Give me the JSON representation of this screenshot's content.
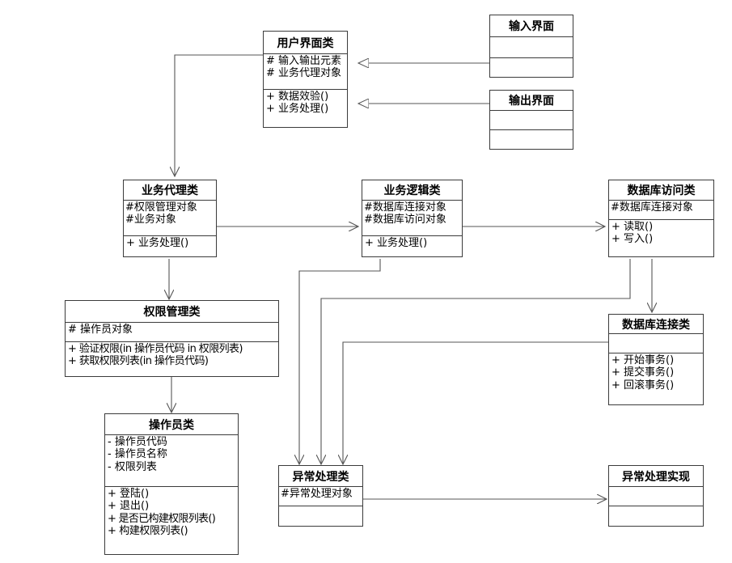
{
  "diagram": {
    "kind": "uml-class-diagram",
    "title_text": "",
    "stroke_color": "#3b3b3b",
    "wire_color": "#555555",
    "background": "#ffffff"
  },
  "classes": {
    "user_interface": {
      "name": "用户界面类",
      "attributes": [
        "# 输入输出元素",
        "# 业务代理对象"
      ],
      "operations": [
        "+ 数据效验()",
        "+ 业务处理()"
      ]
    },
    "input_interface": {
      "name": "输入界面",
      "attributes": [],
      "operations": []
    },
    "output_interface": {
      "name": "输出界面",
      "attributes": [],
      "operations": []
    },
    "business_agent": {
      "name": "业务代理类",
      "attributes": [
        "#权限管理对象",
        "#业务对象"
      ],
      "operations": [
        "+ 业务处理()"
      ]
    },
    "business_logic": {
      "name": "业务逻辑类",
      "attributes": [
        "#数据库连接对象",
        "#数据库访问对象"
      ],
      "operations": [
        "+ 业务处理()"
      ]
    },
    "db_access": {
      "name": "数据库访问类",
      "attributes": [
        "#数据库连接对象"
      ],
      "operations": [
        "+ 读取()",
        "+ 写入()"
      ]
    },
    "permission_manager": {
      "name": "权限管理类",
      "attributes": [
        "# 操作员对象"
      ],
      "operations": [
        "+ 验证权限(in 操作员代码 in 权限列表)",
        "+ 获取权限列表(in 操作员代码)"
      ]
    },
    "db_connection": {
      "name": "数据库连接类",
      "attributes": [],
      "operations": [
        "+ 开始事务()",
        "+ 提交事务()",
        "+ 回滚事务()"
      ]
    },
    "operator": {
      "name": "操作员类",
      "attributes": [
        "- 操作员代码",
        "- 操作员名称",
        "- 权限列表"
      ],
      "operations": [
        "+ 登陆()",
        "+ 退出()",
        "+  是否已构建权限列表()",
        "+ 构建权限列表()"
      ]
    },
    "exception_handler": {
      "name": "异常处理类",
      "attributes": [
        "#异常处理对象"
      ],
      "operations": []
    },
    "exception_impl": {
      "name": "异常处理实现",
      "attributes": [],
      "operations": []
    }
  }
}
